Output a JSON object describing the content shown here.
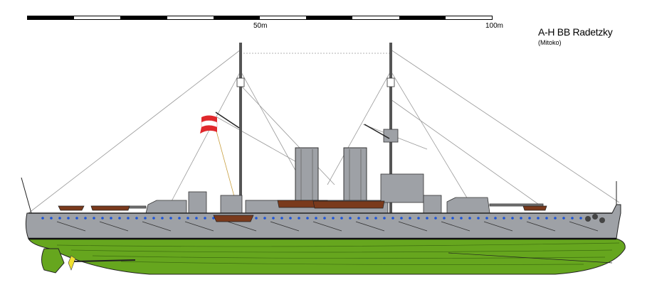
{
  "scale_bar": {
    "label_mid": "50m",
    "label_end": "100m",
    "segments": 10
  },
  "title": "A-H BB Radetzky",
  "credit": "(Mitoko)",
  "colors": {
    "hull_grey": "#9ea1a6",
    "underwater_green": "#66a61e",
    "boat_brown": "#7a3a1c",
    "porthole_blue": "#1c55d8",
    "flag_red": "#e0282c",
    "propeller_yellow": "#f0e030"
  }
}
